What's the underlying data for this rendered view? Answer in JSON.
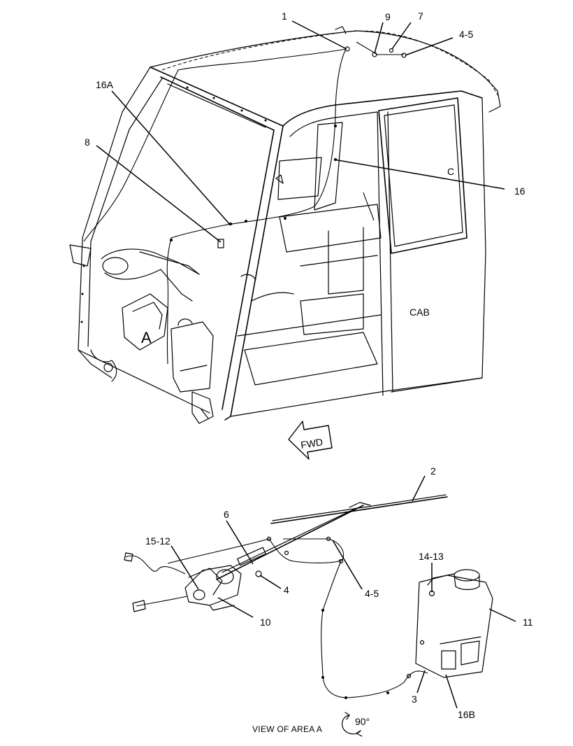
{
  "callouts": {
    "c1": "1",
    "c9": "9",
    "c7": "7",
    "c45_top": "4-5",
    "c16a": "16A",
    "c8": "8",
    "c16": "16",
    "c2": "2",
    "c6": "6",
    "c1512": "15-12",
    "c4": "4",
    "c45_bottom": "4-5",
    "c10": "10",
    "c1413": "14-13",
    "c11": "11",
    "c3": "3",
    "c16b": "16B"
  },
  "text": {
    "cab": "CAB",
    "area_marker": "A",
    "c_marker": "C",
    "fwd": "FWD",
    "view_caption": "VIEW OF AREA  A",
    "rotation": "90°"
  }
}
